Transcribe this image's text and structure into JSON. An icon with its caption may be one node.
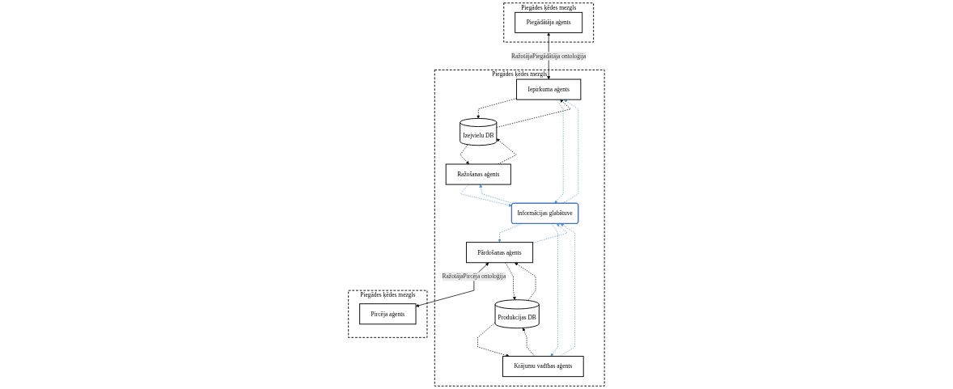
{
  "diagram": {
    "nodes": [
      {
        "text": [
          "Piegādes ķēdes mezgls"
        ]
      },
      {
        "text": [
          "Piegādātāja aģents"
        ],
        "in": 0
      },
      {
        "text": [
          "Piegādes ķēdes mezgls"
        ]
      },
      {
        "text": [
          "Iepirkuma aģents"
        ],
        "in": 2
      },
      {
        "text": [
          "Pārdošanas aģents"
        ],
        "in": 2
      },
      {
        "text": [
          "Izejvielu DB"
        ],
        "in": 2
      },
      {
        "text": [
          "Informācijas glabātuve"
        ],
        "in": 2
      },
      {
        "text": [
          "Produkcijas DB"
        ],
        "in": 2
      },
      {
        "text": [
          "Ražošanas aģents"
        ],
        "in": 2
      },
      {
        "text": [
          "Krājumu vadības aģents"
        ],
        "in": 2
      },
      {
        "text": [
          "Piegādes ķēdes mezgls"
        ]
      },
      {
        "text": [
          "Pircēja aģents"
        ],
        "in": 10
      }
    ],
    "edges": [
      {
        "from": 1,
        "to": 3,
        "arrow": "both",
        "label": "RažotājaPiegādātāja ontoloģija"
      },
      {
        "from": 4,
        "to": 11,
        "arrow": "both",
        "label": "RažotājaPircēja ontoloģija"
      },
      {
        "from": 3,
        "to": 5,
        "arrow": "to",
        "style": "dashed"
      },
      {
        "from": 5,
        "to": 3,
        "arrow": "to",
        "style": "dashed"
      },
      {
        "from": 5,
        "to": 8,
        "arrow": "to",
        "style": "dashed"
      },
      {
        "from": 8,
        "to": 5,
        "arrow": "to",
        "style": "dashed"
      },
      {
        "from": 3,
        "to": 6,
        "arrow": "to",
        "style": "dashed",
        "color": "#5b9bd5"
      },
      {
        "from": 6,
        "to": 3,
        "arrow": "to",
        "style": "dashed",
        "color": "#5b9bd5"
      },
      {
        "from": 6,
        "to": 8,
        "arrow": "to",
        "style": "dashed",
        "color": "#5b9bd5"
      },
      {
        "from": 8,
        "to": 6,
        "arrow": "to",
        "style": "dashed",
        "color": "#5b9bd5"
      },
      {
        "from": 4,
        "to": 6,
        "arrow": "to",
        "style": "dashed",
        "color": "#5b9bd5"
      },
      {
        "from": 6,
        "to": 4,
        "arrow": "to",
        "style": "dashed",
        "color": "#5b9bd5"
      },
      {
        "from": 6,
        "to": 9,
        "arrow": "to",
        "style": "dashed",
        "color": "#5b9bd5"
      },
      {
        "from": 9,
        "to": 6,
        "arrow": "to",
        "style": "dashed",
        "color": "#5b9bd5"
      },
      {
        "from": 4,
        "to": 7,
        "arrow": "to",
        "style": "dashed"
      },
      {
        "from": 7,
        "to": 4,
        "arrow": "to",
        "style": "dashed"
      },
      {
        "from": 7,
        "to": 9,
        "arrow": "to",
        "style": "dashed"
      },
      {
        "from": 9,
        "to": 7,
        "arrow": "to",
        "style": "dashed"
      }
    ]
  }
}
